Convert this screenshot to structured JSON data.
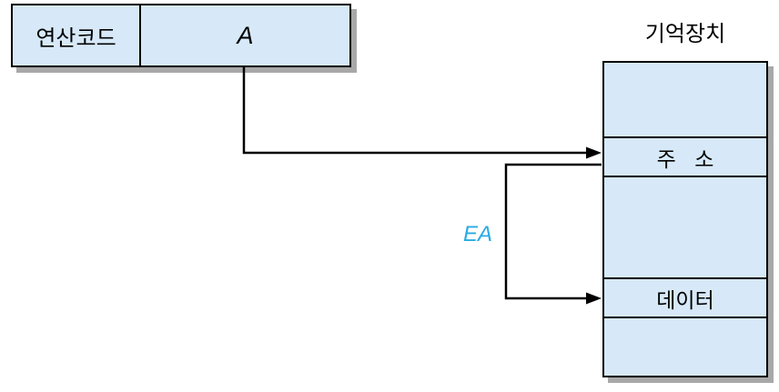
{
  "colors": {
    "background": "#ffffff",
    "box_fill": "#d7e9f8",
    "box_border": "#000000",
    "box_shadow": "#a8a8a8",
    "arrow": "#000000",
    "ea_label": "#29abe2"
  },
  "instruction_format": {
    "opcode_label": "연산코드",
    "address_field_label": "A"
  },
  "memory": {
    "title": "기억장치",
    "rows": [
      {
        "label": ""
      },
      {
        "label": "주 소"
      },
      {
        "label": ""
      },
      {
        "label": "데이터"
      },
      {
        "label": ""
      }
    ]
  },
  "annotations": {
    "effective_address_label": "EA"
  }
}
